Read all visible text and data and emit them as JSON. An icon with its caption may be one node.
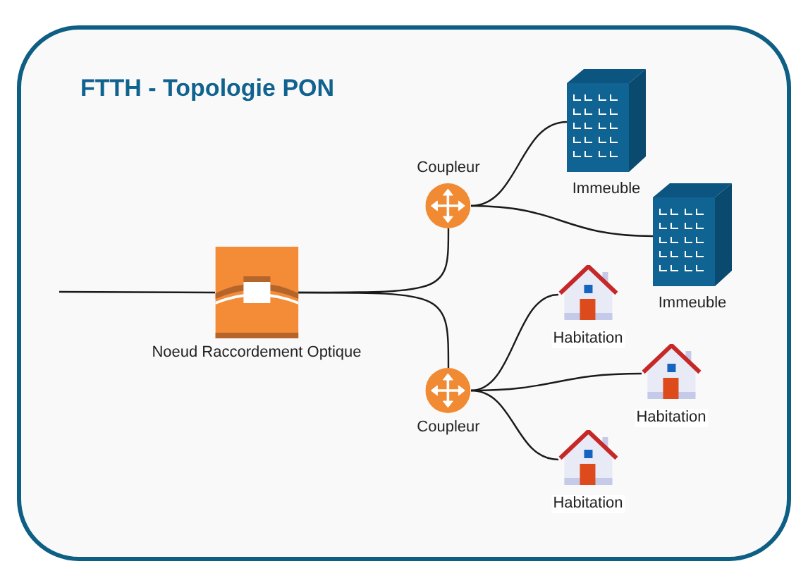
{
  "diagram": {
    "title": "FTTH - Topologie PON",
    "nodes": [
      {
        "text": [
          "Noeud Raccordement Optique"
        ]
      },
      {
        "text": [
          "Coupleur"
        ]
      },
      {
        "text": [
          "Coupleur"
        ]
      },
      {
        "text": [
          "Immeuble"
        ]
      },
      {
        "text": [
          "Immeuble"
        ]
      },
      {
        "text": [
          "Habitation"
        ]
      },
      {
        "text": [
          "Habitation"
        ]
      },
      {
        "text": [
          "Habitation"
        ]
      }
    ],
    "edges": [
      {
        "from": null,
        "to": 0,
        "arrow": "none"
      },
      {
        "from": 0,
        "to": 1,
        "arrow": "none"
      },
      {
        "from": 0,
        "to": 2,
        "arrow": "none"
      },
      {
        "from": 1,
        "to": 3,
        "arrow": "none"
      },
      {
        "from": 1,
        "to": 4,
        "arrow": "none"
      },
      {
        "from": 2,
        "to": 5,
        "arrow": "none"
      },
      {
        "from": 2,
        "to": 6,
        "arrow": "none"
      },
      {
        "from": 2,
        "to": 7,
        "arrow": "none"
      }
    ]
  }
}
